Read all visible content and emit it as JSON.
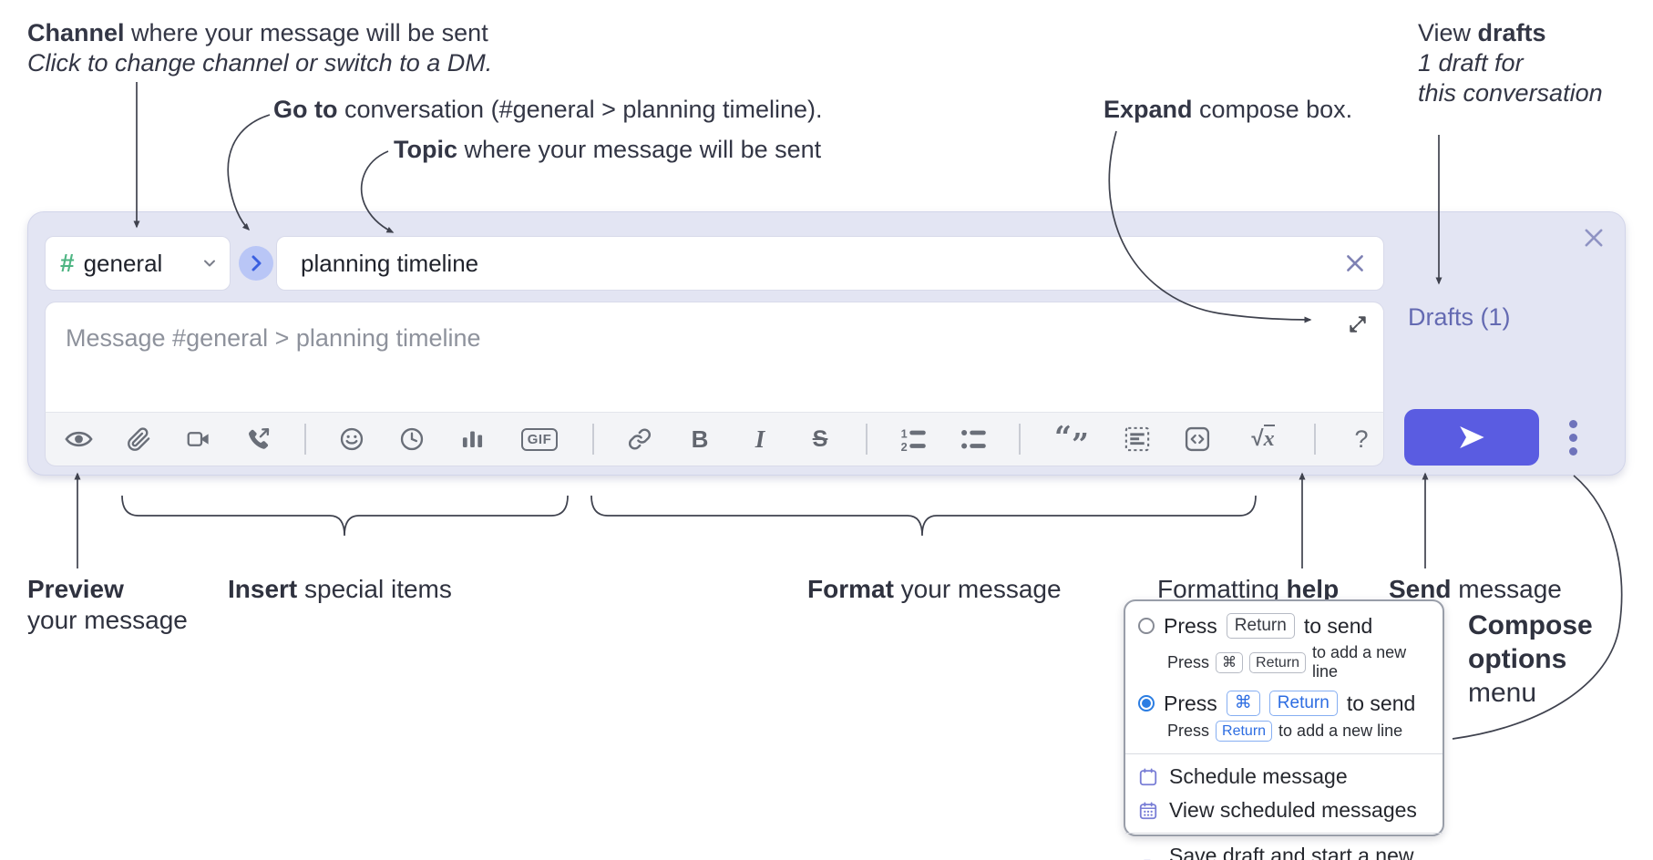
{
  "annotations": {
    "channel": {
      "bold": "Channel",
      "rest": " where your message will be sent",
      "line2": "Click to change channel or switch to a DM."
    },
    "goto": {
      "bold": "Go to",
      "rest": " conversation (#general > planning timeline)."
    },
    "topic": {
      "bold": "Topic",
      "rest": " where your message will be sent"
    },
    "expand": {
      "bold": "Expand",
      "rest": " compose box."
    },
    "view_drafts": {
      "pre": "View ",
      "bold": "drafts",
      "line2": "1 draft for",
      "line3": "this conversation"
    },
    "preview": {
      "bold": "Preview",
      "line2": "your message"
    },
    "insert": {
      "bold": "Insert",
      "rest": " special items"
    },
    "format": {
      "bold": "Format",
      "rest": " your message"
    },
    "help": {
      "pre": "Formatting ",
      "bold": "help"
    },
    "send": {
      "bold": "Send",
      "rest": " message"
    },
    "compose_options": {
      "line1": "Compose",
      "line2": "options",
      "line3": "menu"
    }
  },
  "composer": {
    "channel_hash": "#",
    "channel_name": "general",
    "topic_value": "planning timeline",
    "message_placeholder": "Message #general > planning timeline",
    "drafts_label": "Drafts (1)"
  },
  "toolbar": {
    "gif": "GIF",
    "bold": "B",
    "italic": "I",
    "strike": "S",
    "ol1": "1",
    "ol2": "2",
    "quote_open": "“",
    "quote_close": "”",
    "formula_root": "√",
    "formula_var": "x",
    "help": "?",
    "icons": [
      "preview-eye",
      "attach-paperclip",
      "video-camera",
      "audio-call-phone",
      "emoji-smiley",
      "schedule-clock",
      "poll-bars",
      "gif",
      "link",
      "bold",
      "italic",
      "strikethrough",
      "ordered-list",
      "bulleted-list",
      "blockquote",
      "code-block",
      "inline-code",
      "formula",
      "help"
    ]
  },
  "menu": {
    "option1": {
      "press": "Press",
      "key1": "Return",
      "tail": "to send",
      "sub_press": "Press",
      "sub_key1": "⌘",
      "sub_key2": "Return",
      "sub_tail": "to add a new line"
    },
    "option2": {
      "press": "Press",
      "key1": "⌘",
      "key2": "Return",
      "tail": "to send",
      "selected": true,
      "sub_press": "Press",
      "sub_key1": "Return",
      "sub_tail": "to add a new line"
    },
    "items": [
      "Schedule message",
      "View scheduled messages",
      "Save draft and start a new message"
    ]
  },
  "colors": {
    "accent_blue": "#5a5ce1",
    "link_purple": "#646ab2",
    "radio_blue": "#2b7de2",
    "hash_green": "#4eb583",
    "panel_lavender": "#e3e5f3",
    "menu_icon_purple": "#797ed6"
  }
}
